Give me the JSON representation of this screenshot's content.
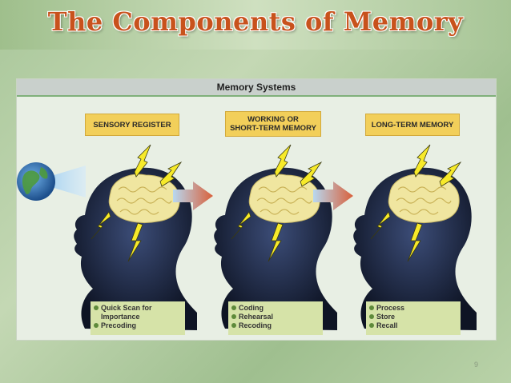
{
  "title": "The Components of Memory",
  "diagram": {
    "header": "Memory Systems",
    "stages": [
      {
        "label_line1": "SENSORY REGISTER",
        "label_line2": "",
        "bullets": [
          "Quick Scan for",
          "Importance",
          "Precoding"
        ]
      },
      {
        "label_line1": "WORKING OR",
        "label_line2": "SHORT-TERM MEMORY",
        "bullets": [
          "Coding",
          "Rehearsal",
          "Recoding"
        ]
      },
      {
        "label_line1": "LONG-TERM MEMORY",
        "label_line2": "",
        "bullets": [
          "Process",
          "Store",
          "Recall"
        ]
      }
    ]
  },
  "page_number": "9",
  "colors": {
    "title": "#c8521c",
    "label_bg": "#f2cf5a",
    "bullet_bg": "#d6e3a8",
    "arrow": "#d9603a",
    "brain": "#f0e6a0"
  }
}
